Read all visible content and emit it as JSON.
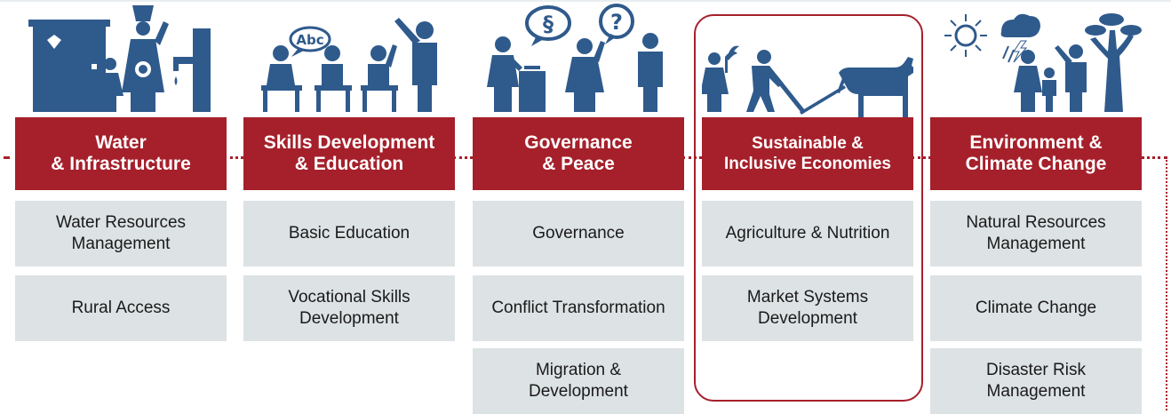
{
  "colors": {
    "accent": "#a5202b",
    "icon": "#2f5a8c",
    "item_bg": "#dde2e4"
  },
  "columns": [
    {
      "title": "Water\n& Infrastructure",
      "icon": "water-infrastructure-illustration",
      "items": [
        "Water Resources\nManagement",
        "Rural Access"
      ]
    },
    {
      "title": "Skills Development\n& Education",
      "icon": "education-illustration",
      "bubble": "Abc",
      "items": [
        "Basic Education",
        "Vocational Skills\nDevelopment"
      ]
    },
    {
      "title": "Governance\n& Peace",
      "icon": "governance-illustration",
      "bubbles": [
        "§",
        "?"
      ],
      "items": [
        "Governance",
        "Conflict Transformation",
        "Migration &\nDevelopment"
      ]
    },
    {
      "title": "Sustainable &\nInclusive Economies",
      "icon": "agriculture-illustration",
      "items": [
        "Agriculture & Nutrition",
        "Market Systems\nDevelopment"
      ],
      "highlighted": true
    },
    {
      "title": "Environment &\nClimate Change",
      "icon": "environment-illustration",
      "items": [
        "Natural Resources\nManagement",
        "Climate Change",
        "Disaster Risk\nManagement"
      ]
    }
  ]
}
